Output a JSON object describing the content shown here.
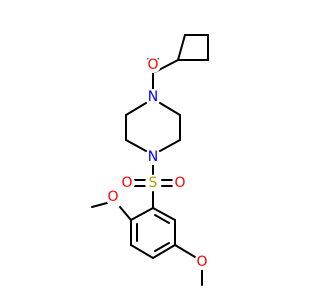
{
  "colors": {
    "O": "#ff0000",
    "N": "#0000ff",
    "S": "#b8a000",
    "C": "#000000",
    "background": "#ffffff"
  },
  "atoms": {
    "O_carbonyl": "O",
    "N_top": "N",
    "N_bottom": "N",
    "S": "S",
    "O_s_left": "O",
    "O_s_right": "O",
    "O_meo_top": "O",
    "O_meo_bottom": "O"
  }
}
